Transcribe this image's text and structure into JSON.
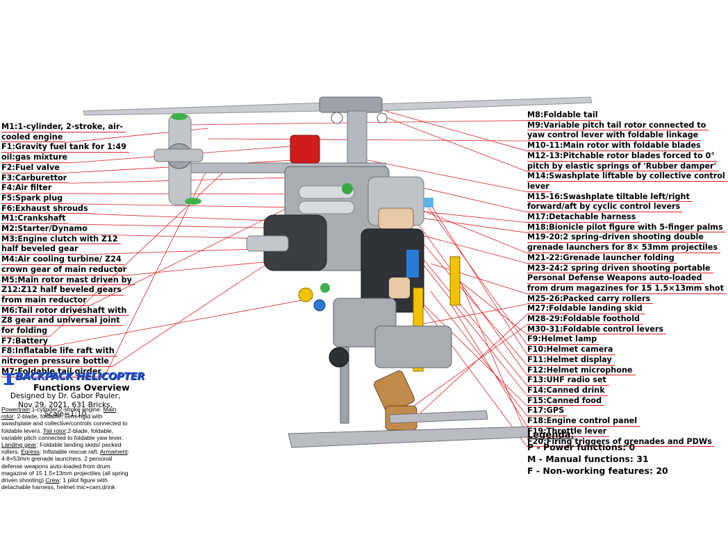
{
  "left_labels": [
    [
      "M1:1-cylinder, 2-stroke, air-",
      "cooled engine"
    ],
    [
      "F1:Gravity fuel tank for 1:49",
      "oil:gas mixture"
    ],
    [
      "F2:Fuel valve"
    ],
    [
      "F3:Carburettor"
    ],
    [
      "F4:Air filter"
    ],
    [
      "F5:Spark plug"
    ],
    [
      "F6:Exhaust shrouds"
    ],
    [
      "M1:Crankshaft"
    ],
    [
      "M2:Starter/Dynamo"
    ],
    [
      "M3:Engine clutch with Z12",
      "half beveled gear"
    ],
    [
      "M4:Air cooling turbine/ Z24",
      "crown gear of main reductor"
    ],
    [
      "M5:Main rotor mast driven by",
      "Z12:Z12 half beveled gears",
      "from main reductor"
    ],
    [
      "M6:Tail rotor driveshaft with",
      "Z8 gear and universal joint",
      "for folding"
    ],
    [
      "F7:Battery"
    ],
    [
      "F8:Inflatable life raft with",
      "nitrogen pressure bottle"
    ],
    [
      "M7:Foldable tail girder"
    ]
  ],
  "right_labels": [
    [
      "M8:Foldable tail"
    ],
    [
      "M9:Variable pitch tail rotor connected to",
      "yaw control lever with foldable linkage"
    ],
    [
      "M10-11:Main rotor with foldable blades"
    ],
    [
      "M12-13:Pitchable rotor blades forced to 0°",
      "pitch by elastic springs of 'Rubber damper'"
    ],
    [
      "M14:Swashplate liftable by collective control",
      "lever"
    ],
    [
      "M15-16:Swashplate tiltable left/right",
      "forward/aft by cyclic control levers"
    ],
    [
      "M17:Detachable harness"
    ],
    [
      "M18:Bionicle pilot figure with 5-finger palms"
    ],
    [
      "M19-20:2 spring-driven shooting double",
      "grenade launchers for 8× 53mm projectiles"
    ],
    [
      "M21-22:Grenade launcher folding"
    ],
    [
      "M23-24:2 spring driven shooting portable",
      "Personal Defense Weapons auto-loaded",
      "from drum magazines for 15 1.5×13mm shot"
    ],
    [
      "M25-26:Packed carry rollers"
    ],
    [
      "M27:Foldable landing skid"
    ],
    [
      "M28-29:Foldable foothold"
    ],
    [
      "M30-31:Foldable control levers"
    ],
    [
      "F9:Helmet lamp"
    ],
    [
      "F10:Helmet camera"
    ],
    [
      "F11:Helmet display"
    ],
    [
      "F12:Helmet microphone"
    ],
    [
      "F13:UHF radio set"
    ],
    [
      "F14:Canned drink"
    ],
    [
      "F15:Canned food"
    ],
    [
      "F17:GPS"
    ],
    [
      "F18:Engine control panel"
    ],
    [
      "F19:Throttle lever"
    ],
    [
      "F20:Firing triggers of grenades and PDWs"
    ]
  ],
  "legend": {
    "heading": "Legenda:",
    "items": [
      "P - Power functions: 0",
      "M - Manual functions: 31",
      "F - Non-working features: 20"
    ]
  },
  "title_block": {
    "logo_text": "BACKPACK HELICOPTER",
    "subtitle": "Functions Overview",
    "byline": "Designed by Dr. Gabor Pauler, Nov 29, 2021, 631 Bricks, Scale=1:10"
  },
  "summary": [
    {
      "u": "Powertrain",
      "t": ":1-cylinder,2-stroke engine. "
    },
    {
      "u": "Main rotor",
      "t": ": 2-blade, foldable, semi-rigid with swashplate and collective/controls connected to foldable levers. "
    },
    {
      "u": "Tail rotor",
      "t": ":2-blade, foldable, variable pitch connected to foldable yaw lever. "
    },
    {
      "u": "Landing gear",
      "t": ": Foldable landing skids/ packed rollers. "
    },
    {
      "u": "Egress",
      "t": ": Inflatable rescue raft. "
    },
    {
      "u": "Armament",
      "t": ": 4 8×53mm grenade launchers, 2 personal defense weapons auto-loaded from drum magazine of 15 1.5×13mm projectiles (all spring driven shooting) "
    },
    {
      "u": "Crew",
      "t": ": 1 pilot figure with detachable harness, helmet mic+cam,drink"
    }
  ],
  "colors": {
    "leader_line": "#e02020",
    "logo_blue": "#1f4fd0",
    "lego_gray": "#a9adb2",
    "lego_dark": "#3a3d42",
    "lego_yellow": "#f2c200",
    "lego_tan": "#c08a4a"
  }
}
